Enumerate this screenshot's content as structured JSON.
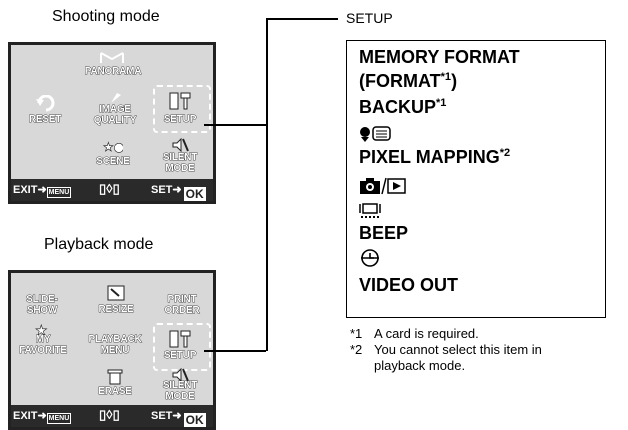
{
  "captions": {
    "shooting": "Shooting mode",
    "playback": "Playback mode"
  },
  "shooting_screen": {
    "panorama": "PANORAMA",
    "reset": "RESET",
    "image_quality_1": "IMAGE",
    "image_quality_2": "QUALITY",
    "setup": "SETUP",
    "scene": "SCENE",
    "silent_1": "SILENT",
    "silent_2": "MODE"
  },
  "playback_screen": {
    "slideshow_1": "SLIDE-",
    "slideshow_2": "SHOW",
    "resize": "RESIZE",
    "print_1": "PRINT",
    "print_2": "ORDER",
    "favorite_1": "MY",
    "favorite_2": "FAVORITE",
    "playback_1": "PLAYBACK",
    "playback_2": "MENU",
    "setup": "SETUP",
    "erase": "ERASE",
    "silent_1": "SILENT",
    "silent_2": "MODE"
  },
  "bottom_bar": {
    "exit": "EXIT",
    "menu": "MENU",
    "set": "SET",
    "ok": "OK"
  },
  "setup": {
    "title": "SETUP",
    "memory_format": "MEMORY FORMAT",
    "format": "(FORMAT",
    "format_sup": "*1",
    "format_close": ")",
    "backup": "BACKUP",
    "backup_sup": "*1",
    "pixel_mapping": "PIXEL MAPPING",
    "pixel_sup": "*2",
    "beep": "BEEP",
    "video_out": "VIDEO OUT"
  },
  "notes": [
    {
      "mark": "*1",
      "text": "A card is required."
    },
    {
      "mark": "*2",
      "text": "You cannot select this item in",
      "text2": "playback mode."
    }
  ]
}
